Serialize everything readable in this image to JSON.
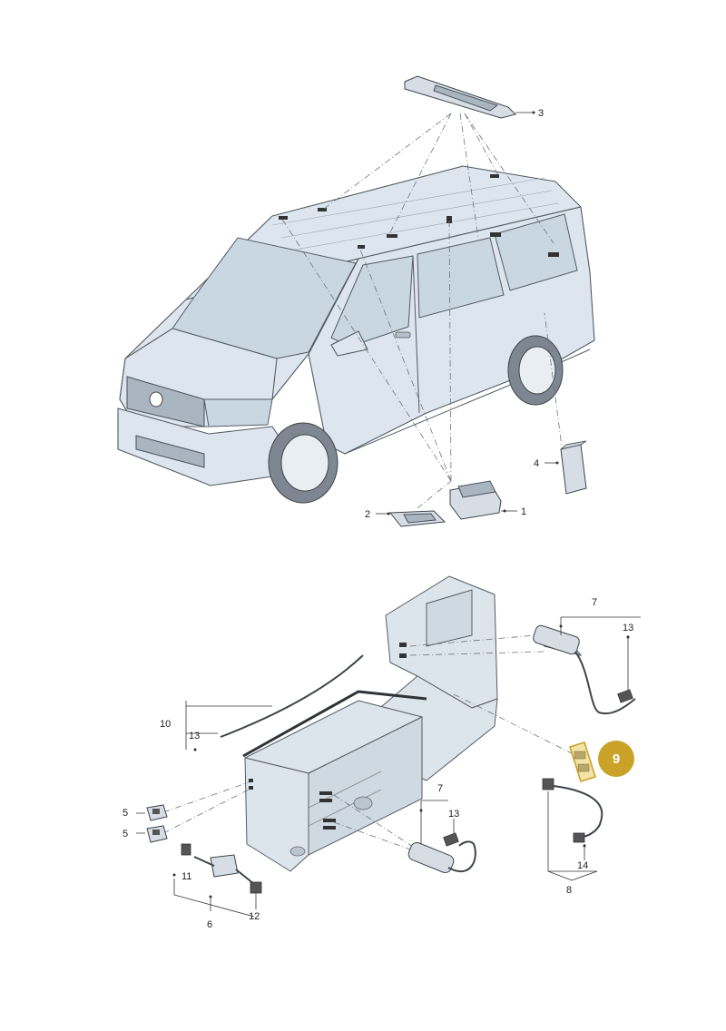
{
  "callouts_top": [
    {
      "id": "1",
      "text": "1"
    },
    {
      "id": "2",
      "text": "2"
    },
    {
      "id": "3",
      "text": "3"
    },
    {
      "id": "4",
      "text": "4"
    }
  ],
  "callouts_bottom": {
    "c5a": "5",
    "c5b": "5",
    "c6": "6",
    "c7a": "7",
    "c7b": "7",
    "c8": "8",
    "c10": "10",
    "c11": "11",
    "c12": "12",
    "c13a": "13",
    "c13b": "13",
    "c13c": "13",
    "c14": "14"
  },
  "highlight": {
    "number": "9",
    "color": "#c9a227",
    "tint": "#f3e3a6"
  }
}
